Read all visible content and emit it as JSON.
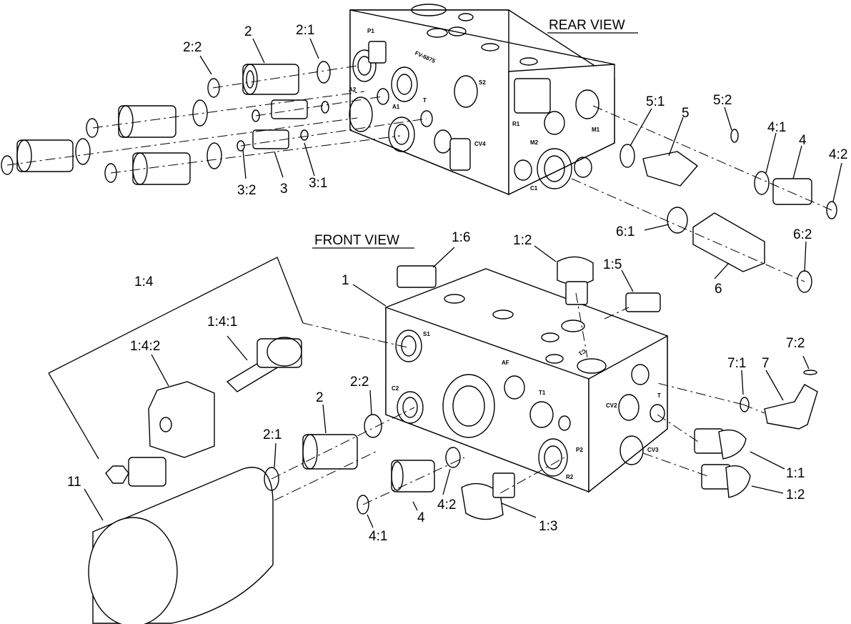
{
  "views": {
    "rear": "REAR VIEW",
    "front": "FRONT VIEW"
  },
  "brand_mark": "FV-6875",
  "rear_ports": [
    "P1",
    "A2",
    "A1",
    "T",
    "S2",
    "R1",
    "M2",
    "M1",
    "C1",
    "CV4"
  ],
  "front_ports": [
    "S1",
    "C2",
    "AF",
    "T1",
    "P2",
    "R2",
    "CV2",
    "T",
    "CV3",
    "C1"
  ],
  "callouts": {
    "r_2_2": "2:2",
    "r_2": "2",
    "r_2_1": "2:1",
    "r_3_2": "3:2",
    "r_3": "3",
    "r_3_1": "3:1",
    "r_5_1": "5:1",
    "r_5": "5",
    "r_5_2": "5:2",
    "r_4_1": "4:1",
    "r_4": "4",
    "r_4_2": "4:2",
    "r_6_1": "6:1",
    "r_6_2": "6:2",
    "r_6": "6",
    "f_1_6": "1:6",
    "f_1_2_top": "1:2",
    "f_1_5": "1:5",
    "f_1": "1",
    "f_1_4": "1:4",
    "f_1_4_1": "1:4:1",
    "f_1_4_2": "1:4:2",
    "f_2_2": "2:2",
    "f_2": "2",
    "f_2_1": "2:1",
    "f_7_2": "7:2",
    "f_7_1": "7:1",
    "f_7": "7",
    "f_1_1": "1:1",
    "f_1_2_bottom": "1:2",
    "f_11": "11",
    "f_4_2": "4:2",
    "f_4": "4",
    "f_4_1": "4:1",
    "f_1_3": "1:3"
  }
}
